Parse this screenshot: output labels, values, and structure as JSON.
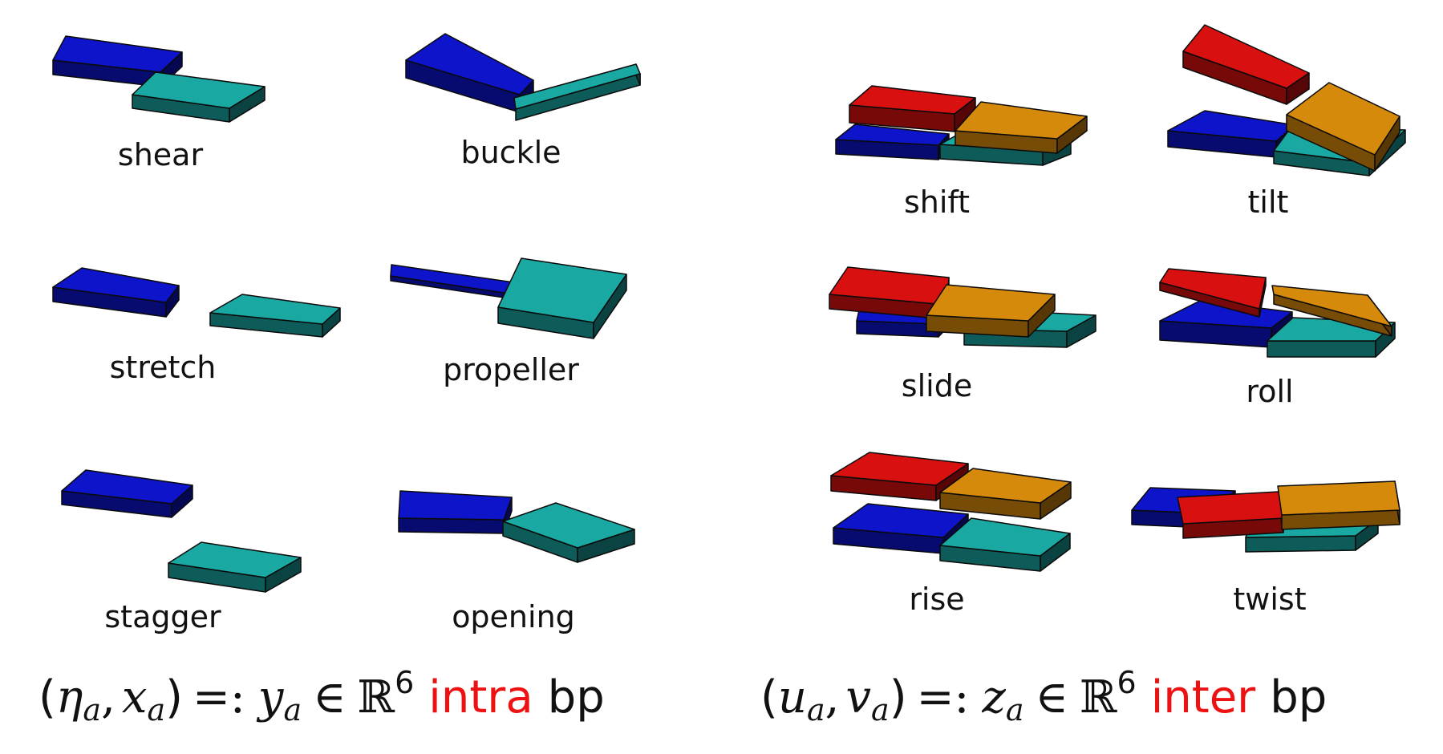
{
  "colors": {
    "blue": "#0d14c9",
    "teal": "#1aa8a2",
    "red": "#d81010",
    "orange": "#d68a0c",
    "emphasis": "#ee1111"
  },
  "intra": {
    "shear": "shear",
    "buckle": "buckle",
    "stretch": "stretch",
    "propeller": "propeller",
    "stagger": "stagger",
    "opening": "opening"
  },
  "inter": {
    "shift": "shift",
    "tilt": "tilt",
    "slide": "slide",
    "roll": "roll",
    "rise": "rise",
    "twist": "twist"
  },
  "formula_left": {
    "open": "(",
    "var1": "η",
    "sub1": "a",
    "comma": ",",
    "var2": "x",
    "sub2": "a",
    "close": ")",
    "defeq": "=:",
    "var3": "y",
    "sub3": "a",
    "in": "∈",
    "space": "ℝ",
    "exp": "6",
    "keyword": "intra",
    "suffix": "bp"
  },
  "formula_right": {
    "open": "(",
    "var1": "u",
    "sub1": "a",
    "comma": ",",
    "var2": "v",
    "sub2": "a",
    "close": ")",
    "defeq": "=:",
    "var3": "z",
    "sub3": "a",
    "in": "∈",
    "space": "ℝ",
    "exp": "6",
    "keyword": "inter",
    "suffix": "bp"
  }
}
